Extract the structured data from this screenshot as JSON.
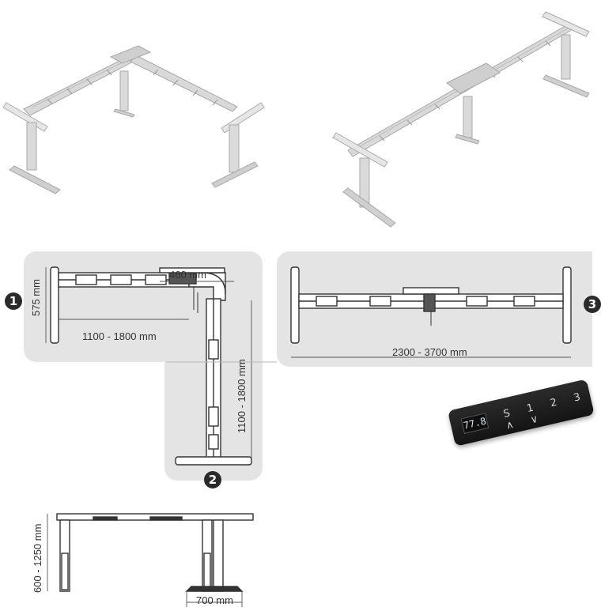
{
  "dimensions": {
    "width_l": "460 mm",
    "depth_l": "575 mm",
    "length_1": "1100 - 1800 mm",
    "length_2": "1100 - 1800 mm",
    "length_3": "2300 - 3700 mm",
    "height_range": "600 - 1250 mm",
    "foot_width": "700 mm"
  },
  "badges": {
    "one": "1",
    "two": "2",
    "three": "3"
  },
  "controller": {
    "display": "77.8",
    "keys": "S 1 2 3 ∧ ∨"
  }
}
